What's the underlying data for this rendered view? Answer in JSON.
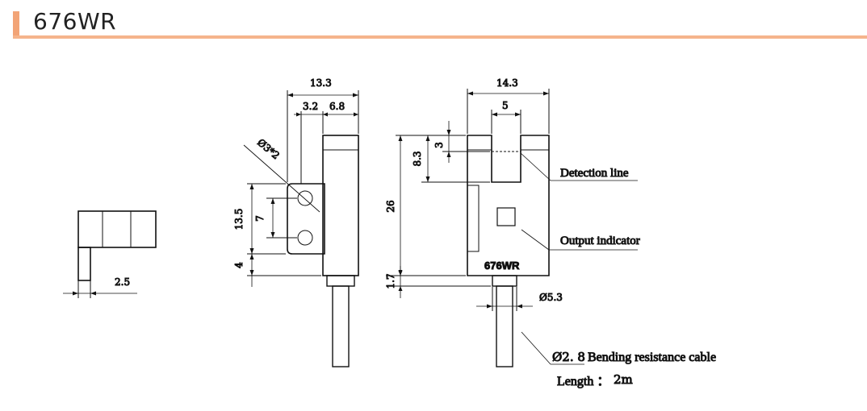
{
  "header": {
    "title": "676WR"
  },
  "accent_color": "#f2a477",
  "dimensions": {
    "bottom_view_width": "2.5",
    "side_total_width": "13.3",
    "side_flange": "3.2",
    "side_body": "6.8",
    "hole_diameter": "Ø3*2",
    "side_height": "13.5",
    "hole_pitch": "7",
    "side_bottom": "4",
    "front_width": "14.3",
    "slot_width": "5",
    "slot_depth_small": "3",
    "slot_depth": "8.3",
    "total_height": "26",
    "bottom_offset": "1.7",
    "cable_boot_diameter": "Ø5.3"
  },
  "labels": {
    "detection_line": "Detection line",
    "output_indicator": "Output indicator",
    "product_marking": "676WR",
    "cable_diameter": "Ø2. 8",
    "cable_description": "Bending resistance cable",
    "length_label": "Length ：",
    "length_value": "2m"
  }
}
